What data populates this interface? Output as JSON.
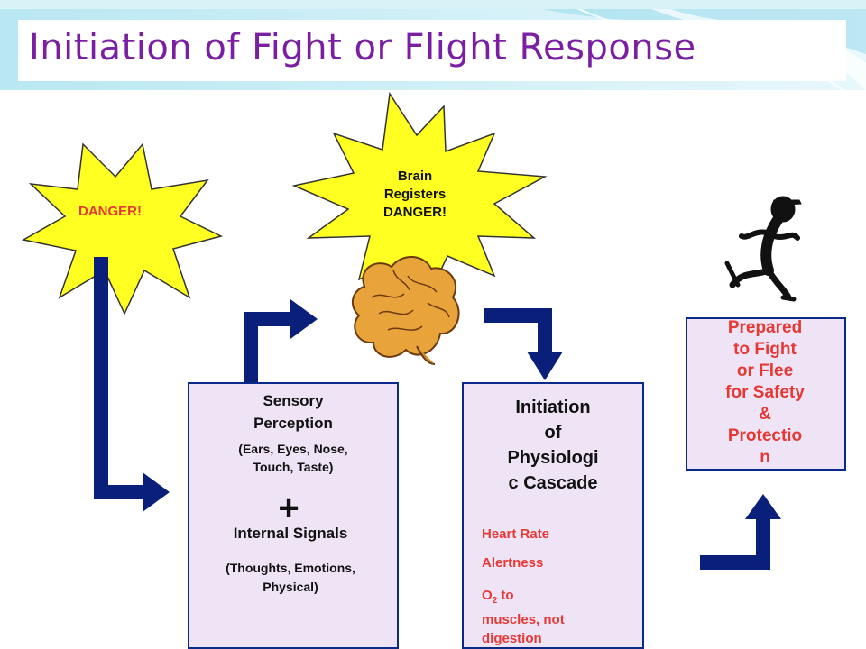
{
  "title": "Initiation of Fight or Flight Response",
  "danger_burst": {
    "label": "DANGER!"
  },
  "brain_burst": {
    "line1": "Brain",
    "line2": "Registers",
    "line3": "DANGER!"
  },
  "sensory_box": {
    "line1": "Sensory",
    "line2": "Perception",
    "line3": "(Ears, Eyes, Nose,",
    "line4": "Touch, Taste)",
    "plus": "+",
    "line5": "Internal Signals",
    "line6": "(Thoughts, Emotions,",
    "line7": "Physical)"
  },
  "cascade_box": {
    "line1": "Initiation",
    "line2": "of",
    "line3": "Physiologi",
    "line4": "c Cascade",
    "bullet_glyph": "",
    "b1": "Heart Rate",
    "b2": "Alertness",
    "b3_pre": "O",
    "b3_sub": "2",
    "b3_post": " to",
    "b3_line2": "muscles, not",
    "b3_line3": "digestion"
  },
  "prepared_box": {
    "line1": "Prepared",
    "line2": "to Fight",
    "line3": "or Flee",
    "line4": "for Safety",
    "line5": "&",
    "line6": "Protectio",
    "line7": "n"
  },
  "colors": {
    "title": "#7b1fa2",
    "arrow": "#0a1f7a",
    "burst_fill": "#ffff22",
    "box_fill": "#efe4f5",
    "accent_red": "#e53935"
  },
  "icons": [
    "brain-icon",
    "running-figure-icon",
    "danger-burst",
    "brain-burst"
  ]
}
